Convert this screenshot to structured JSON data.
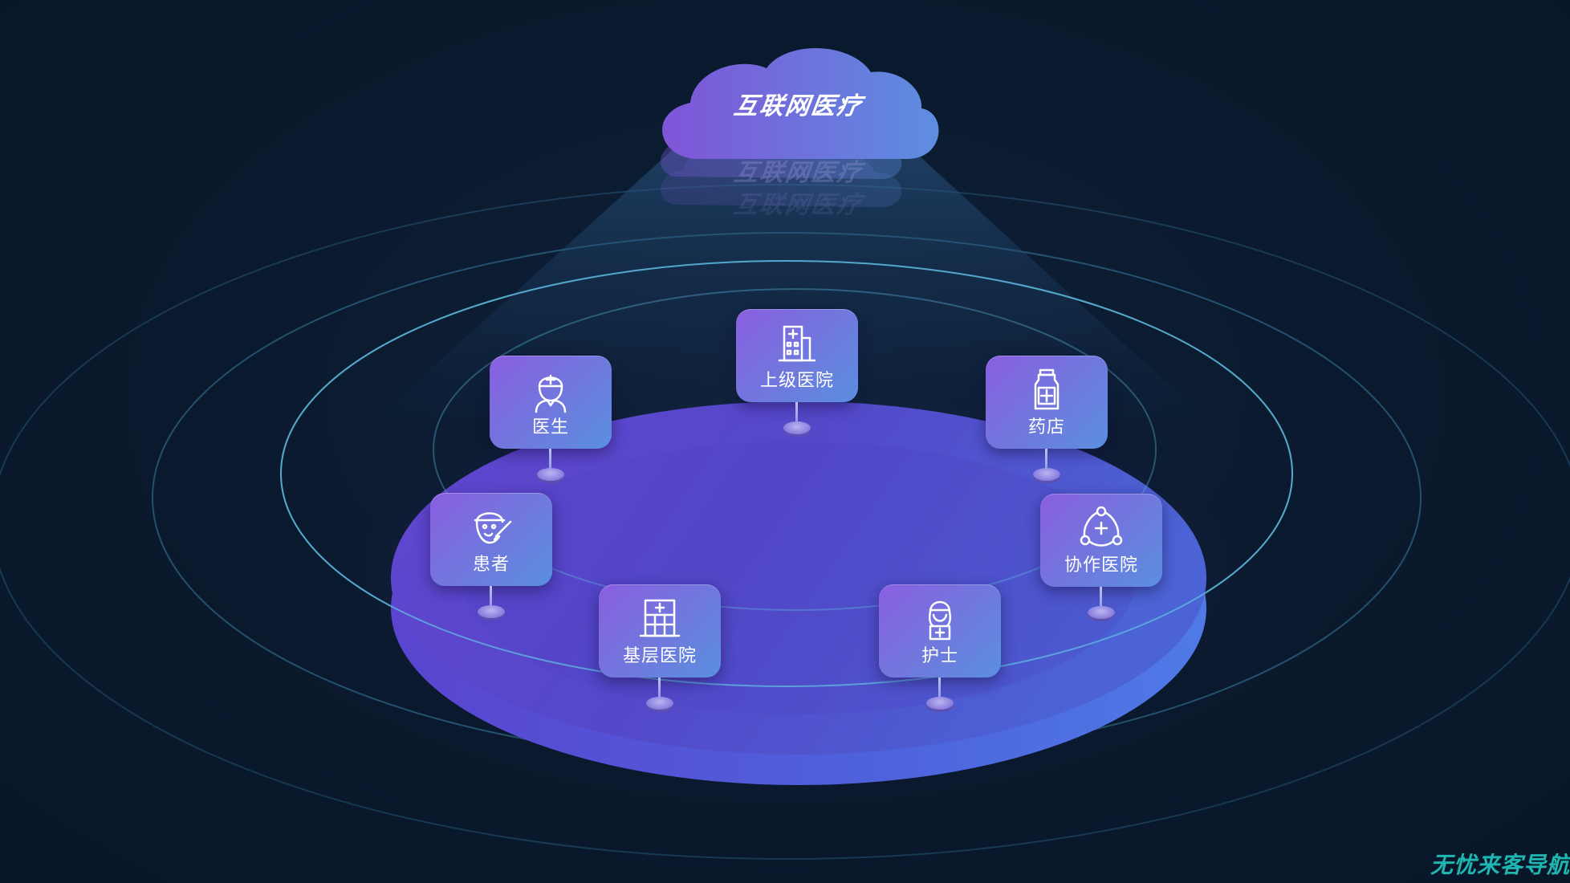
{
  "cloud": {
    "title": "互联网医疗"
  },
  "nodes": [
    {
      "id": "doctor",
      "label": "医生",
      "icon": "doctor-icon"
    },
    {
      "id": "superior-hospital",
      "label": "上级医院",
      "icon": "hospital-building-icon"
    },
    {
      "id": "pharmacy",
      "label": "药店",
      "icon": "medicine-bottle-icon"
    },
    {
      "id": "patient",
      "label": "患者",
      "icon": "patient-icon"
    },
    {
      "id": "cooperative-hospital",
      "label": "协作医院",
      "icon": "network-cross-icon"
    },
    {
      "id": "primary-hospital",
      "label": "基层医院",
      "icon": "clinic-icon"
    },
    {
      "id": "nurse",
      "label": "护士",
      "icon": "nurse-icon"
    }
  ],
  "watermark": "无忧来客导航",
  "colors": {
    "background": "#0a1a2f",
    "platform_top": "#5a4bd0",
    "platform_side": "#4f6fe0",
    "card_start": "#8a5ee0",
    "card_end": "#5a8fe0",
    "ring": "#5fc3e8",
    "watermark": "#1fb5b0"
  }
}
